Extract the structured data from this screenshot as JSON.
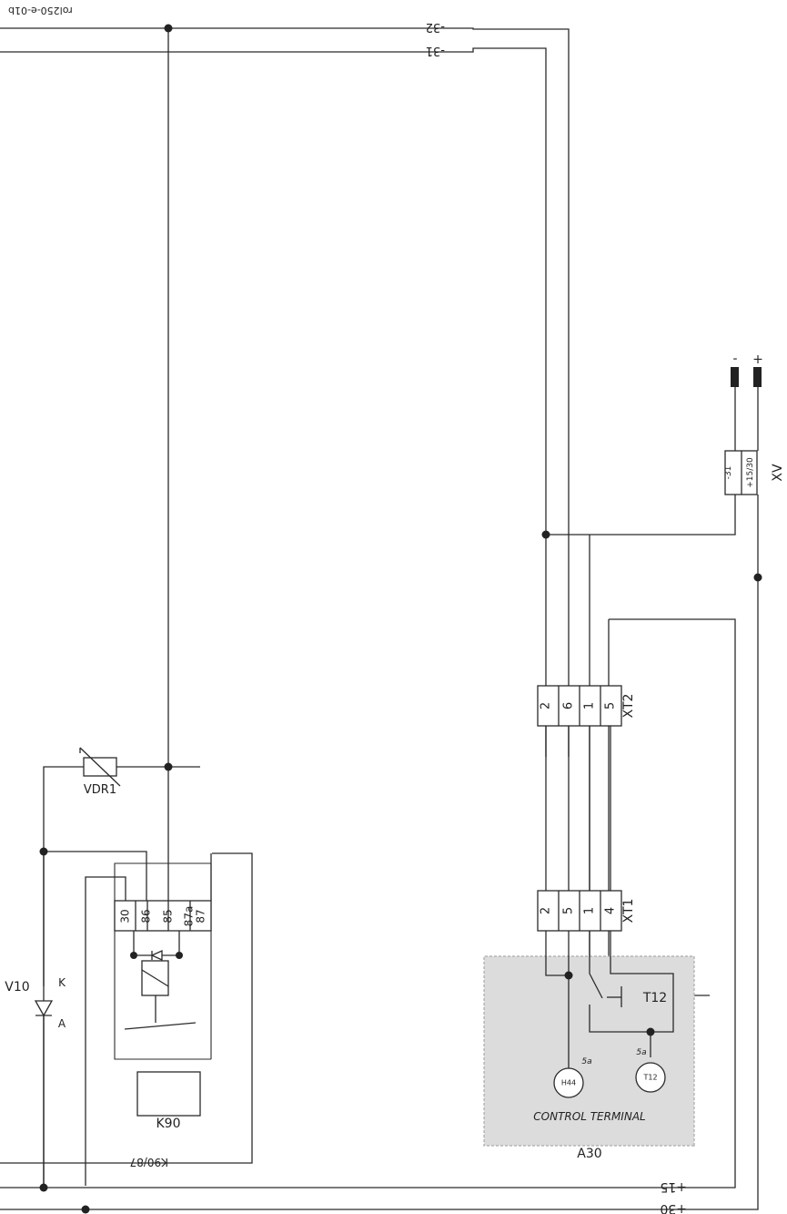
{
  "doc_id": "rol250-e-01b",
  "wires": {
    "w31": "-31",
    "w32": "-32",
    "p15": "+15",
    "p30": "+30",
    "k9087": "K90/87"
  },
  "xv": {
    "label": "XV",
    "pin_minus": "-31",
    "pin_plus": "+15/30",
    "sign_minus": "-",
    "sign_plus": "+"
  },
  "xt2": {
    "label": "XT2",
    "pins": [
      "2",
      "6",
      "1",
      "5"
    ]
  },
  "xt1": {
    "label": "XT1",
    "pins": [
      "2",
      "5",
      "1",
      "4"
    ]
  },
  "a30": {
    "label": "A30",
    "title": "CONTROL TERMINAL",
    "switch_label": "T12",
    "lamp_h44": "H44",
    "lamp_t12": "T12",
    "h44_wire": "5a",
    "t12_wire": "5a"
  },
  "k90": {
    "label": "K90",
    "pins": [
      "30",
      "86",
      "85",
      "87a",
      "87"
    ]
  },
  "vdr1": {
    "label": "VDR1"
  },
  "v10": {
    "label": "V10",
    "anode": "A",
    "cathode": "K"
  },
  "colors": {
    "line": "#2b2b2b",
    "module_fill": "#dcdcdc",
    "module_border": "#aaaaaa"
  }
}
